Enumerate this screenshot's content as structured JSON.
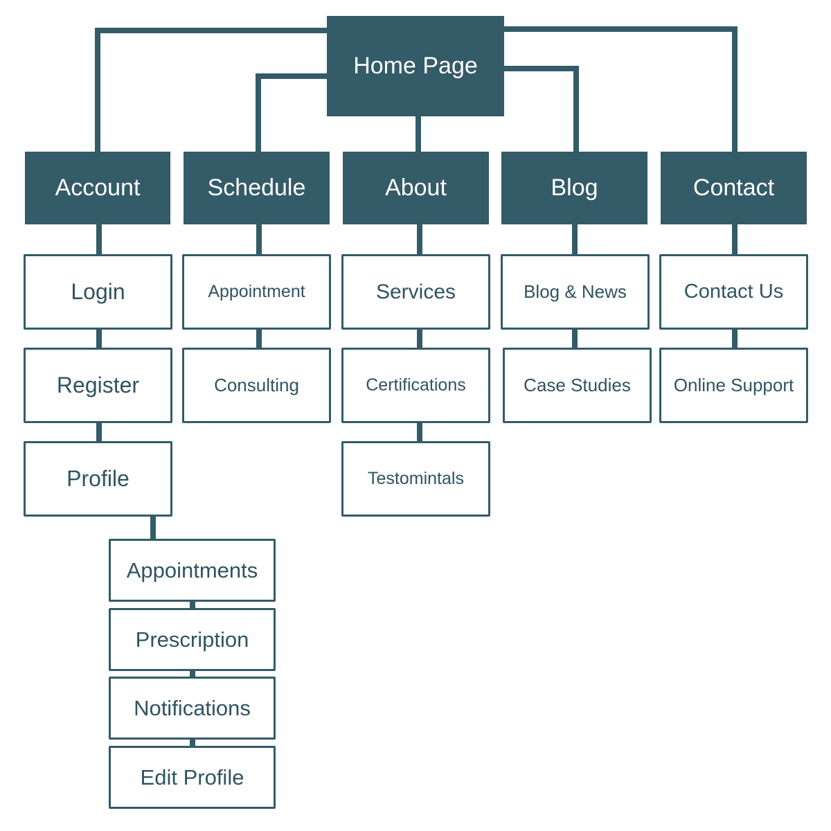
{
  "diagram": {
    "root": "Home Page",
    "sections": {
      "account": "Account",
      "schedule": "Schedule",
      "about": "About",
      "blog": "Blog",
      "contact": "Contact"
    },
    "pages": {
      "login": "Login",
      "register": "Register",
      "profile": "Profile",
      "appointment": "Appointment",
      "consulting": "Consulting",
      "services": "Services",
      "certifications": "Certifications",
      "testimonials": "Testomintals",
      "blog_news": "Blog & News",
      "case_studies": "Case Studies",
      "contact_us": "Contact Us",
      "online_support": "Online Support"
    },
    "profile_pages": {
      "appointments": "Appointments",
      "prescription": "Prescription",
      "notifications": "Notifications",
      "edit_profile": "Edit Profile"
    }
  },
  "colors": {
    "node_fill": "#345b68",
    "node_text": "#ffffff",
    "outline_text": "#2f5461",
    "connector": "#345b68"
  }
}
